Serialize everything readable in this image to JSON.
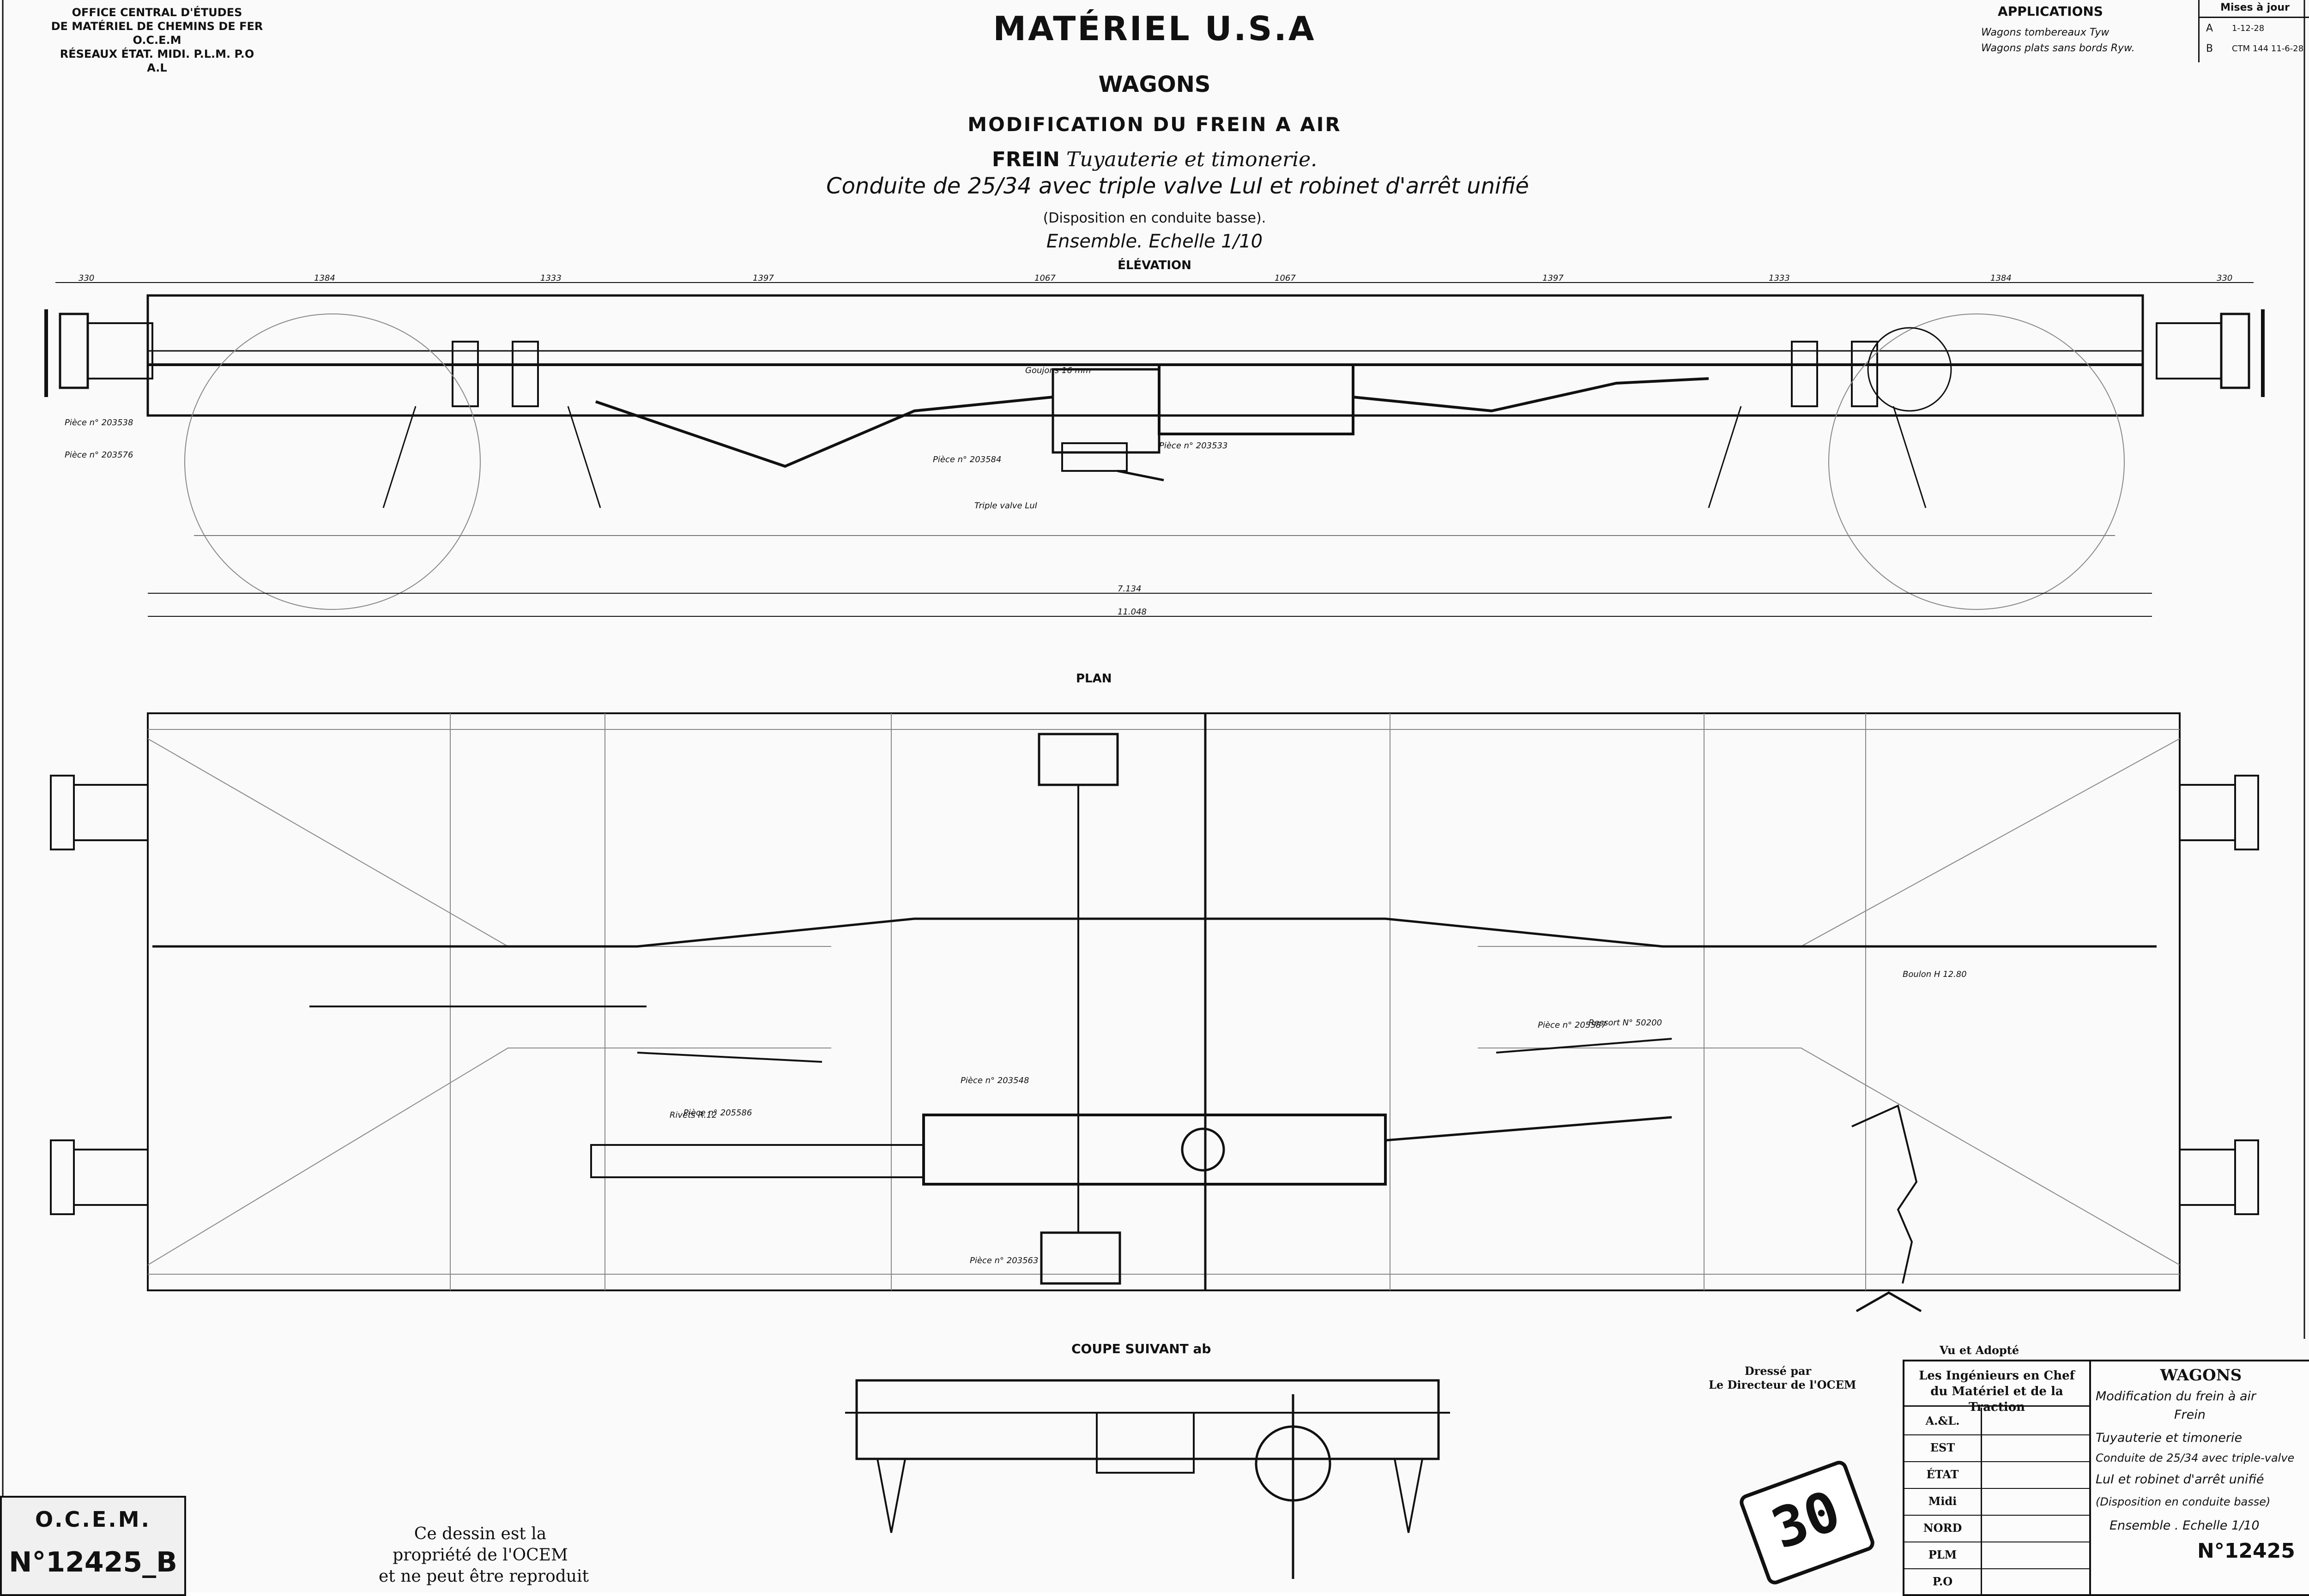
{
  "header": {
    "office_lines": [
      "OFFICE CENTRAL D'ÉTUDES",
      "DE MATÉRIEL DE CHEMINS DE FER",
      "O.C.E.M",
      "RÉSEAUX ÉTAT. MIDI. P.L.M. P.O",
      "A.L"
    ]
  },
  "title": {
    "main": "MATÉRIEL U.S.A",
    "sub": "WAGONS",
    "modification": "MODIFICATION DU FREIN A AIR",
    "frein_label": "FREIN",
    "frein_detail": "Tuyauterie et timonerie.",
    "conduite": "Conduite de 25/34 avec triple valve LuI et robinet d'arrêt unifié",
    "disposition": "(Disposition en conduite basse).",
    "ensemble": "Ensemble. Echelle 1/10",
    "elevation": "ÉLÉVATION"
  },
  "applications": {
    "title": "APPLICATIONS",
    "items": [
      "Wagons tombereaux Tyw",
      "Wagons plats sans bords Ryw."
    ]
  },
  "revisions": {
    "header": "Mises à jour",
    "rows": [
      {
        "letter": "A",
        "text": "1-12-28"
      },
      {
        "letter": "B",
        "text": "CTM 144  11-6-28"
      }
    ]
  },
  "views": {
    "plan": "PLAN",
    "coupe": "COUPE SUIVANT ab"
  },
  "dimensions": {
    "elevation_top": [
      "330",
      "1384",
      "1333",
      "1397",
      "1067",
      "1067",
      "1397",
      "1333",
      "1384",
      "330"
    ],
    "overall_1": "7.134",
    "overall_2": "11.048"
  },
  "annotations": {
    "piece_numbers": [
      "Pièce n° 203584",
      "Pièce n° 203533",
      "Pièce n° 203538",
      "Pièce n° 203576",
      "Pièce n° 205586",
      "Pièce n° 205587",
      "Pièce n° 203548",
      "Pièce n° 203563",
      "Triple valve LuI"
    ],
    "gougeons": "Goujons 16 mm",
    "rivets": "Rivets R.12",
    "ressort": "Ressort N° 50200",
    "boulon": "Boulon H 12.80"
  },
  "ocem": {
    "line1": "O.C.E.M.",
    "line2": "N°12425_B"
  },
  "property_note": [
    "Ce dessin est la",
    "propriété de l'OCEM",
    "et ne peut être reproduit"
  ],
  "signature_block": {
    "dresse": [
      "Dressé par",
      "Le Directeur de l'OCEM"
    ],
    "vu": "Vu et Adopté",
    "engineers": [
      "Les Ingénieurs en Chef",
      "du Matériel et de la Traction"
    ],
    "networks": [
      "A.&L.",
      "EST",
      "ÉTAT",
      "Midi",
      "NORD",
      "PLM",
      "P.O"
    ],
    "panel_title": "WAGONS",
    "panel_lines": [
      "Modification du frein à air",
      "Frein",
      "Tuyauterie et timonerie",
      "Conduite de 25/34 avec triple-valve",
      "LuI et robinet d'arrêt unifié",
      "(Disposition en conduite basse)",
      "Ensemble . Echelle 1/10",
      "N°12425"
    ]
  },
  "stamp": "30"
}
